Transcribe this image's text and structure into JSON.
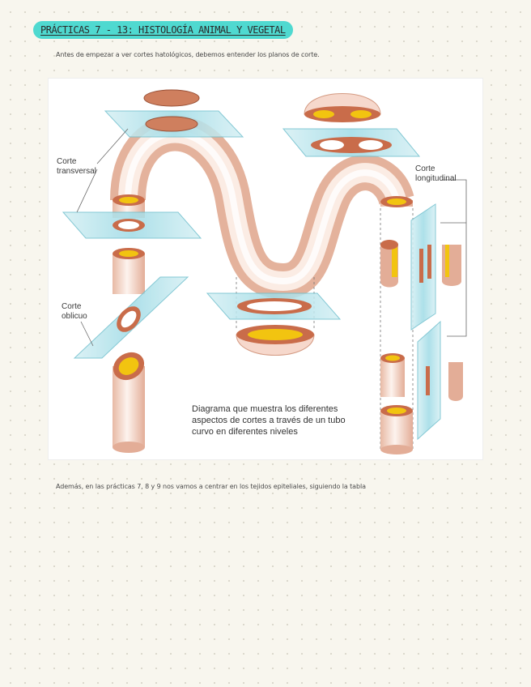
{
  "header": {
    "title": "PRÁCTICAS 7 - 13: HISTOLOGÍA ANIMAL Y VEGETAL"
  },
  "body": {
    "intro": "Antes de empezar a ver cortes hatológicos, debemos entender los planos de corte.",
    "outro": "Además, en las prácticas 7, 8 y 9 nos vamos a centrar en los tejidos epiteliales, siguiendo la tabla"
  },
  "figure": {
    "label_transversal_1": "Corte",
    "label_transversal_2": "transversal",
    "label_longitudinal_1": "Corte",
    "label_longitudinal_2": "longitudinal",
    "label_oblicuo_1": "Corte",
    "label_oblicuo_2": "oblicuo",
    "caption_1": "Diagrama que muestra los diferentes",
    "caption_2": "aspectos de cortes a través de un tubo",
    "caption_3": "curvo en diferentes niveles"
  },
  "colors": {
    "highlight": "#4fd9d0",
    "tube_wall": "#c96c4a",
    "lumen": "#f2c410",
    "plane": "#b5e3ea"
  }
}
